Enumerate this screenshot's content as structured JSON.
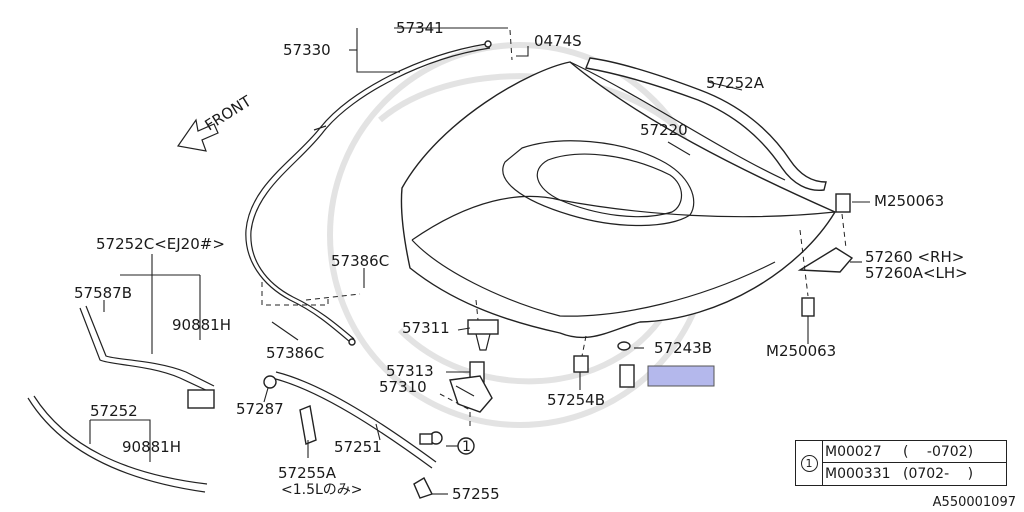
{
  "diagram": {
    "direction_label": "FRONT",
    "figure_id": "A550001097",
    "colors": {
      "line": "#222222",
      "highlight": "#b4b8ec",
      "watermark": "#d8d8d8"
    },
    "parts": {
      "p57341": "57341",
      "p0474s": "0474S",
      "p57330": "57330",
      "p57252a": "57252A",
      "p57220": "57220",
      "pm250063_top": "M250063",
      "p57260rh": "57260 <RH>",
      "p57260alh": "57260A<LH>",
      "pm250063_bot": "M250063",
      "p57252c": "57252C<EJ20#>",
      "p57587b": "57587B",
      "p90881h_a": "90881H",
      "p57386c_top": "57386C",
      "p57386c_bot": "57386C",
      "p57311": "57311",
      "p57243b": "57243B",
      "p57313": "57313",
      "p57310": "57310",
      "p57254b": "57254B",
      "p57287": "57287",
      "p57252": "57252",
      "p90881h_b": "90881H",
      "p57251": "57251",
      "p57255a": "57255A",
      "p57255a_note": "<1.5Lのみ>",
      "p57255": "57255",
      "ref_marker": "1"
    },
    "legend": {
      "marker": "1",
      "rows": [
        {
          "code": "M00027",
          "range": "(　 -0702)"
        },
        {
          "code": "M000331",
          "range": "(0702-　 )"
        }
      ]
    }
  }
}
